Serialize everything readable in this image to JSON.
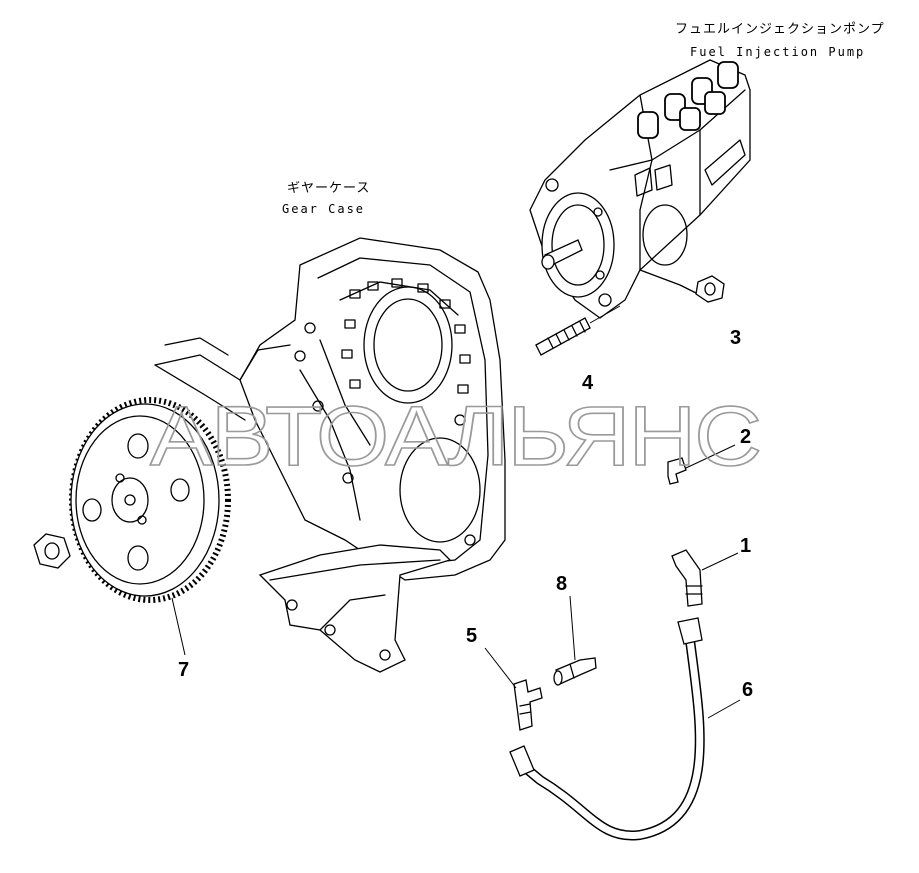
{
  "labels": {
    "fuel_pump_jp": "フュエルインジェクションポンプ",
    "fuel_pump_en": "Fuel Injection Pump",
    "gear_case_jp": "ギヤーケース",
    "gear_case_en": "Gear Case"
  },
  "callouts": [
    "1",
    "2",
    "3",
    "4",
    "5",
    "6",
    "7",
    "8"
  ],
  "watermark": "АВТОАЛЬЯНС"
}
